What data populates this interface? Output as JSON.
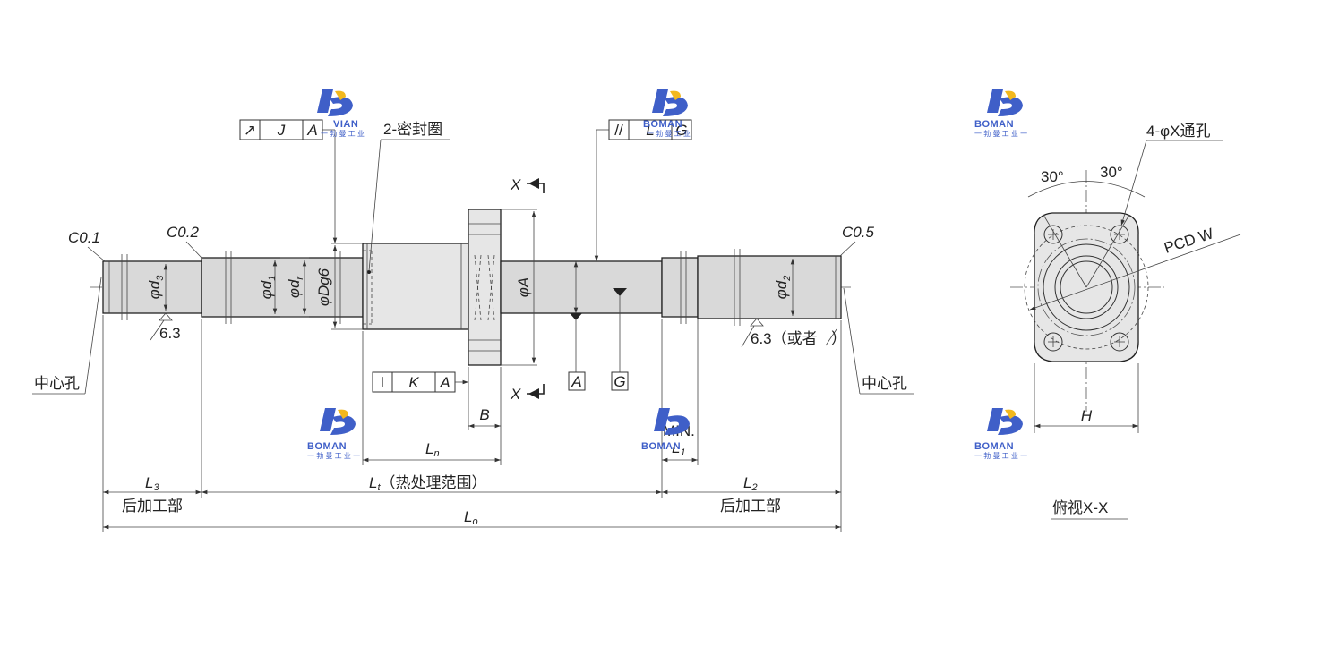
{
  "logo": {
    "brand": "BOMAN",
    "brand_partial": "VIAN",
    "sub": "一 勃 曼 工 业 一",
    "sub_short": "一 勃 曼 工 业",
    "colors": {
      "blue": "#3f5fc8",
      "yellow": "#f2b81d"
    }
  },
  "labels": {
    "c01": "C0.1",
    "c02": "C0.2",
    "c05": "C0.5",
    "seal": "2-密封圈",
    "center_hole_left": "中心孔",
    "center_hole_right": "中心孔",
    "rough_left": "6.3",
    "rough_right": "6.3（或者",
    "rough_right_tail": "）",
    "x_top": "X",
    "x_bottom": "X",
    "min": "MIN.",
    "b": "B",
    "ln_main": "L",
    "ln_sub": "n",
    "l1_main": "L",
    "l1_sub": "1",
    "l3_main": "L",
    "l3_sub": "3",
    "l2_main": "L",
    "l2_sub": "2",
    "lt_main": "L",
    "lt_sub": "t",
    "lt_text": "（热处理范围）",
    "lo_main": "L",
    "lo_sub": "o",
    "post_left": "后加工部",
    "post_right": "后加工部",
    "phi": "φ",
    "d3": "d",
    "d3_sub": "3",
    "d1": "d",
    "d1_sub": "1",
    "dr": "d",
    "dr_sub": "r",
    "dg6": "Dg6",
    "a_dim": "A",
    "d2": "d",
    "d2_sub": "2",
    "holes": "4-φX通孔",
    "angle1": "30°",
    "angle2": "30°",
    "pcd": "PCD  W",
    "h": "H",
    "view": "俯视X-X"
  },
  "tolerance_frames": {
    "runout": {
      "symbol": "↗",
      "value": "J",
      "datum": "A"
    },
    "parallel": {
      "symbol": "//",
      "value": "L",
      "datum": "G"
    },
    "perpendicular": {
      "symbol": "⊥",
      "value": "K",
      "datum": "A"
    }
  },
  "datum_labels": {
    "a": "A",
    "g": "G"
  }
}
